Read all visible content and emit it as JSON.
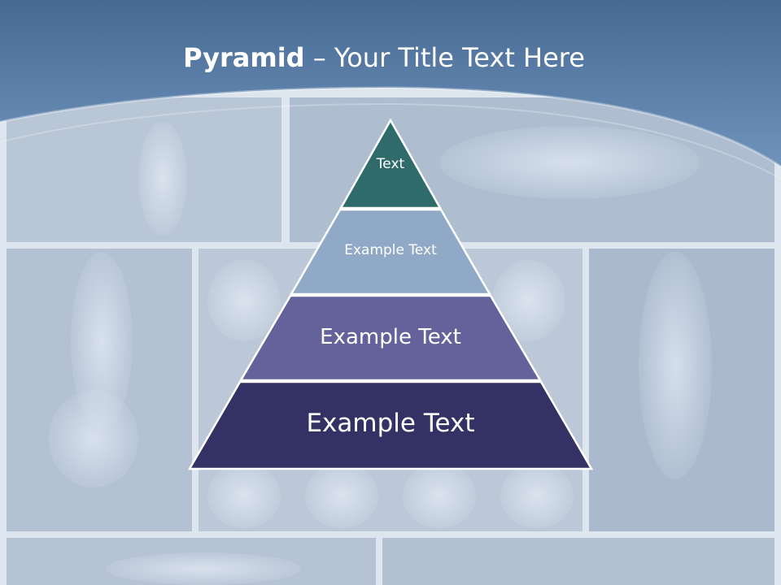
{
  "slide": {
    "title_bold": "Pyramid",
    "title_rest": " – Your Title Text Here"
  },
  "pyramid": {
    "levels": [
      {
        "label": "Text",
        "color": "#2f6b6a"
      },
      {
        "label": "Example Text",
        "color": "#8fa9c7"
      },
      {
        "label": "Example Text",
        "color": "#64629a"
      },
      {
        "label": "Example Text",
        "color": "#343264"
      }
    ]
  },
  "colors": {
    "header_band": "#5a7fa8",
    "xray_panel": "#b7c4d4",
    "panel_border": "#dfe7f0"
  }
}
